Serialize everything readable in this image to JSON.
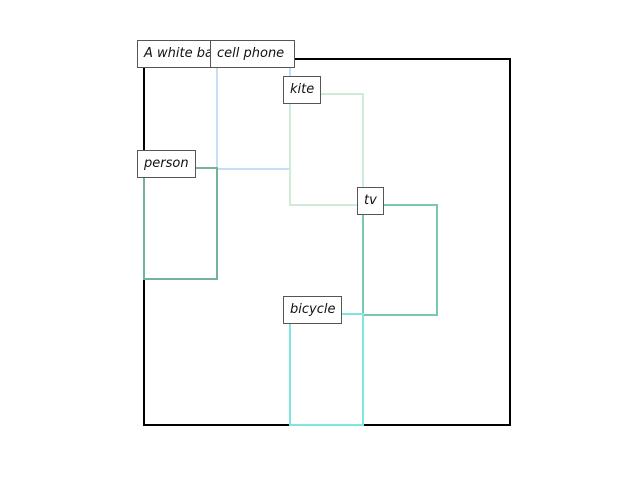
{
  "canvas": {
    "border_color": "#000000"
  },
  "regions": [
    {
      "label": "A white baseball plate",
      "color": "#d9d9d9"
    },
    {
      "label": "cell phone",
      "color": "#c6ddf6"
    },
    {
      "label": "kite",
      "color": "#cdebd7"
    },
    {
      "label": "person",
      "color": "#76b29a"
    },
    {
      "label": "tv",
      "color": "#79c7ac"
    },
    {
      "label": "bicycle",
      "color": "#7de6e0"
    }
  ]
}
